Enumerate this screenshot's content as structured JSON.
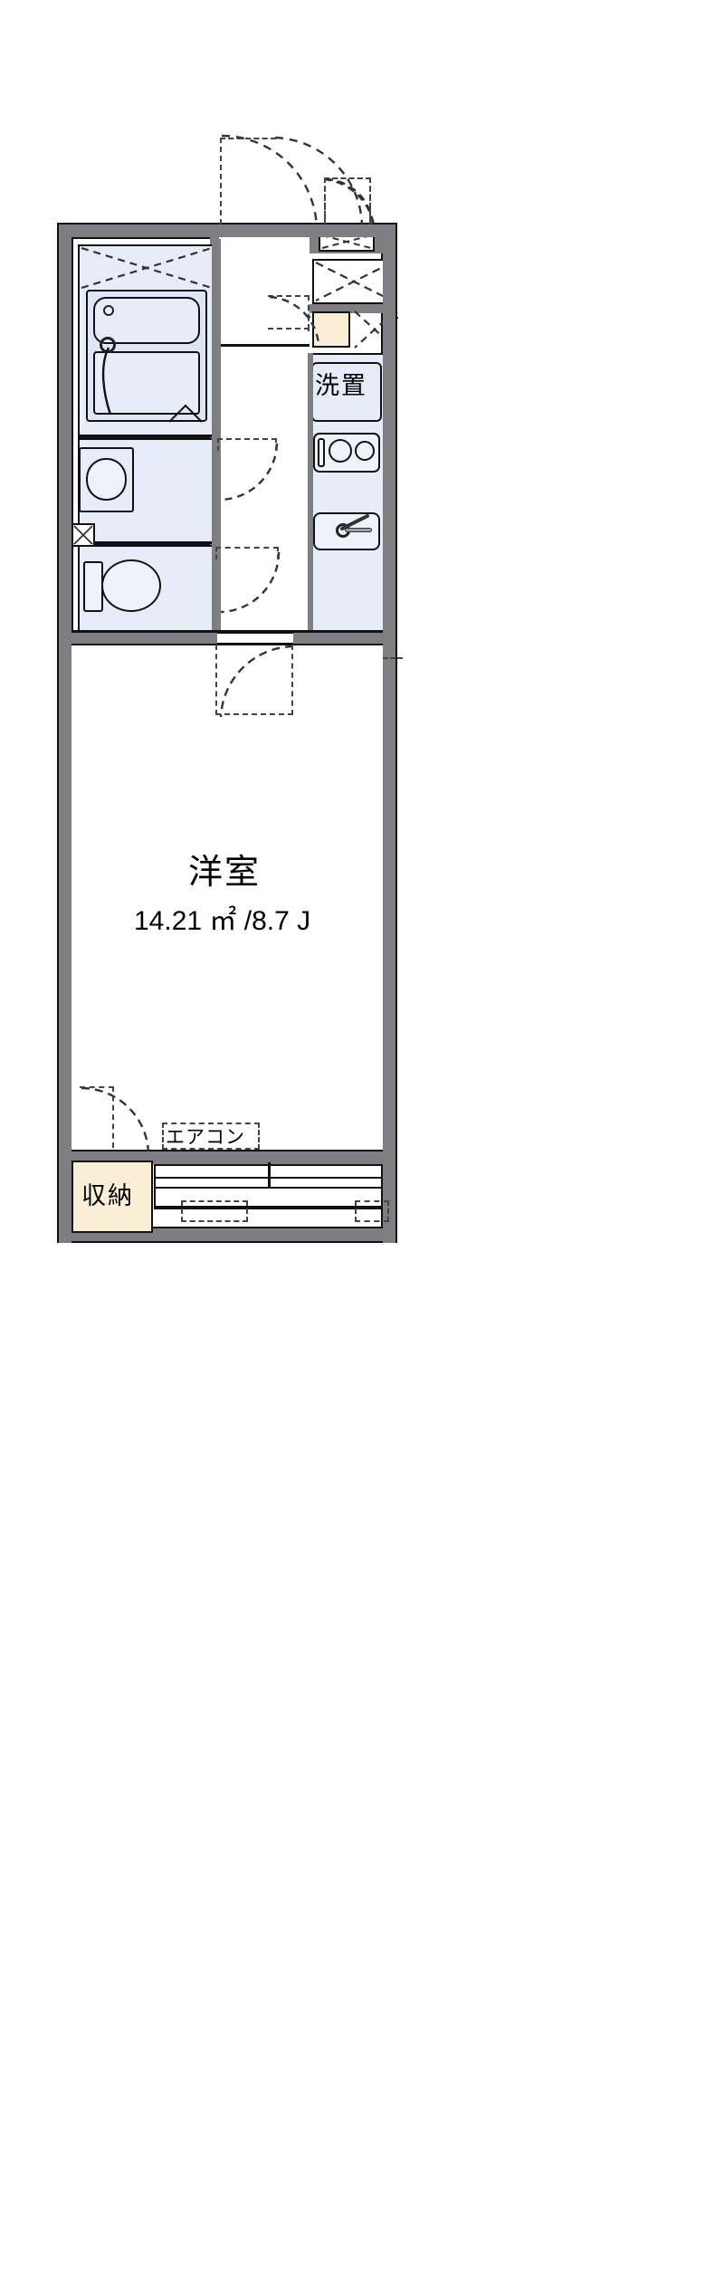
{
  "plan": {
    "type": "apartment-floor-plan",
    "orientation": "vertical",
    "rooms": [
      {
        "id": "main-room",
        "label": "洋室",
        "area_text": "14.21 ㎡ /8.7 J",
        "area_sqm": 14.21,
        "area_jo": 8.7,
        "unit": "㎡",
        "jo_unit": "J"
      },
      {
        "id": "closet",
        "label": "収納"
      },
      {
        "id": "washer-space",
        "label": "洗置"
      }
    ],
    "annotations": [
      {
        "id": "aircon",
        "label": "エアコン"
      }
    ],
    "fixtures": [
      {
        "id": "bathtub",
        "name": "bathtub"
      },
      {
        "id": "vanity-sink",
        "name": "vanity-sink"
      },
      {
        "id": "toilet",
        "name": "toilet"
      },
      {
        "id": "stove",
        "name": "two-burner-stove"
      },
      {
        "id": "kitchen-sink",
        "name": "kitchen-sink"
      },
      {
        "id": "entry-door",
        "name": "entry-door"
      },
      {
        "id": "shoe-box",
        "name": "shoe-box"
      }
    ],
    "colors": {
      "wall": "#7f7f83",
      "water_area": "#e6edf9",
      "storage": "#fbeed6",
      "outline": "#111111",
      "background": "#ffffff",
      "dashed": "#333333"
    }
  },
  "labels": {
    "main_room": "洋室",
    "main_room_area": "14.21 ㎡ /8.7 J",
    "main_room_area_number": "14.21",
    "main_room_area_unit": "㎡",
    "main_room_jo": "/8.7 J",
    "washer": "洗置",
    "closet": "収納",
    "aircon": "エアコン"
  }
}
